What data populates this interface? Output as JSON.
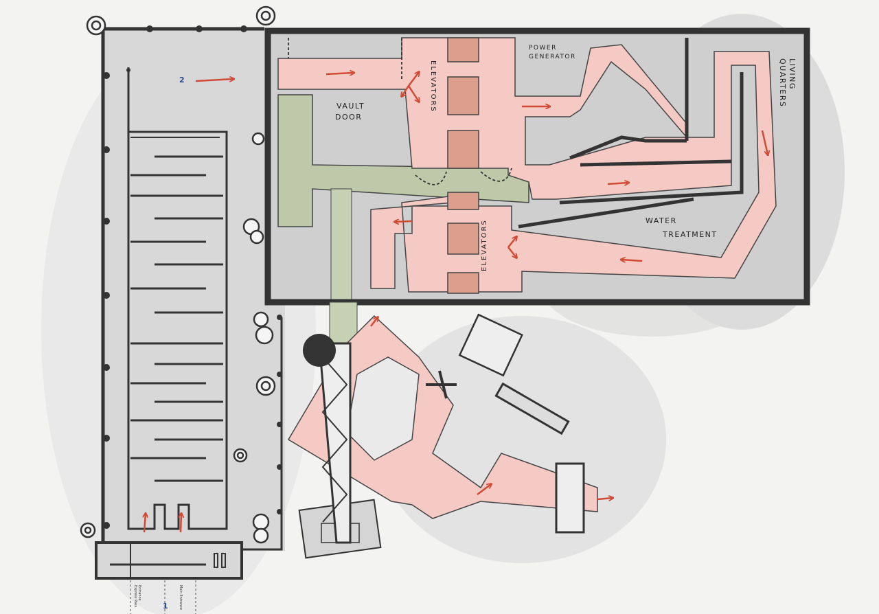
{
  "map": {
    "labels": {
      "vault_door_l1": "VAULT",
      "vault_door_l2": "DOOR",
      "elevators_top": "ELEVATORS",
      "elevators_bottom": "ELEVATORS",
      "power_generator_l1": "POWER",
      "power_generator_l2": "GENERATOR",
      "living_quarters_l1": "LIVING",
      "living_quarters_l2": "QUARTERS",
      "water_treatment_l1": "WATER",
      "water_treatment_l2": "TREATMENT",
      "marker_2": "2",
      "marker_1": "1",
      "express_pass_l1": "Express Pass",
      "express_pass_l2": "Entrance",
      "main_entrance": "Main Entrance"
    },
    "colors": {
      "queue_path": "#f5c9c4",
      "elevator_block": "#dd9f8d",
      "wall": "#333333",
      "arrow": "#d14a35",
      "green_corridor": "#bdc9a8",
      "floor_gray": "#d8d8d8",
      "marker_blue": "#2a4a8a"
    }
  }
}
